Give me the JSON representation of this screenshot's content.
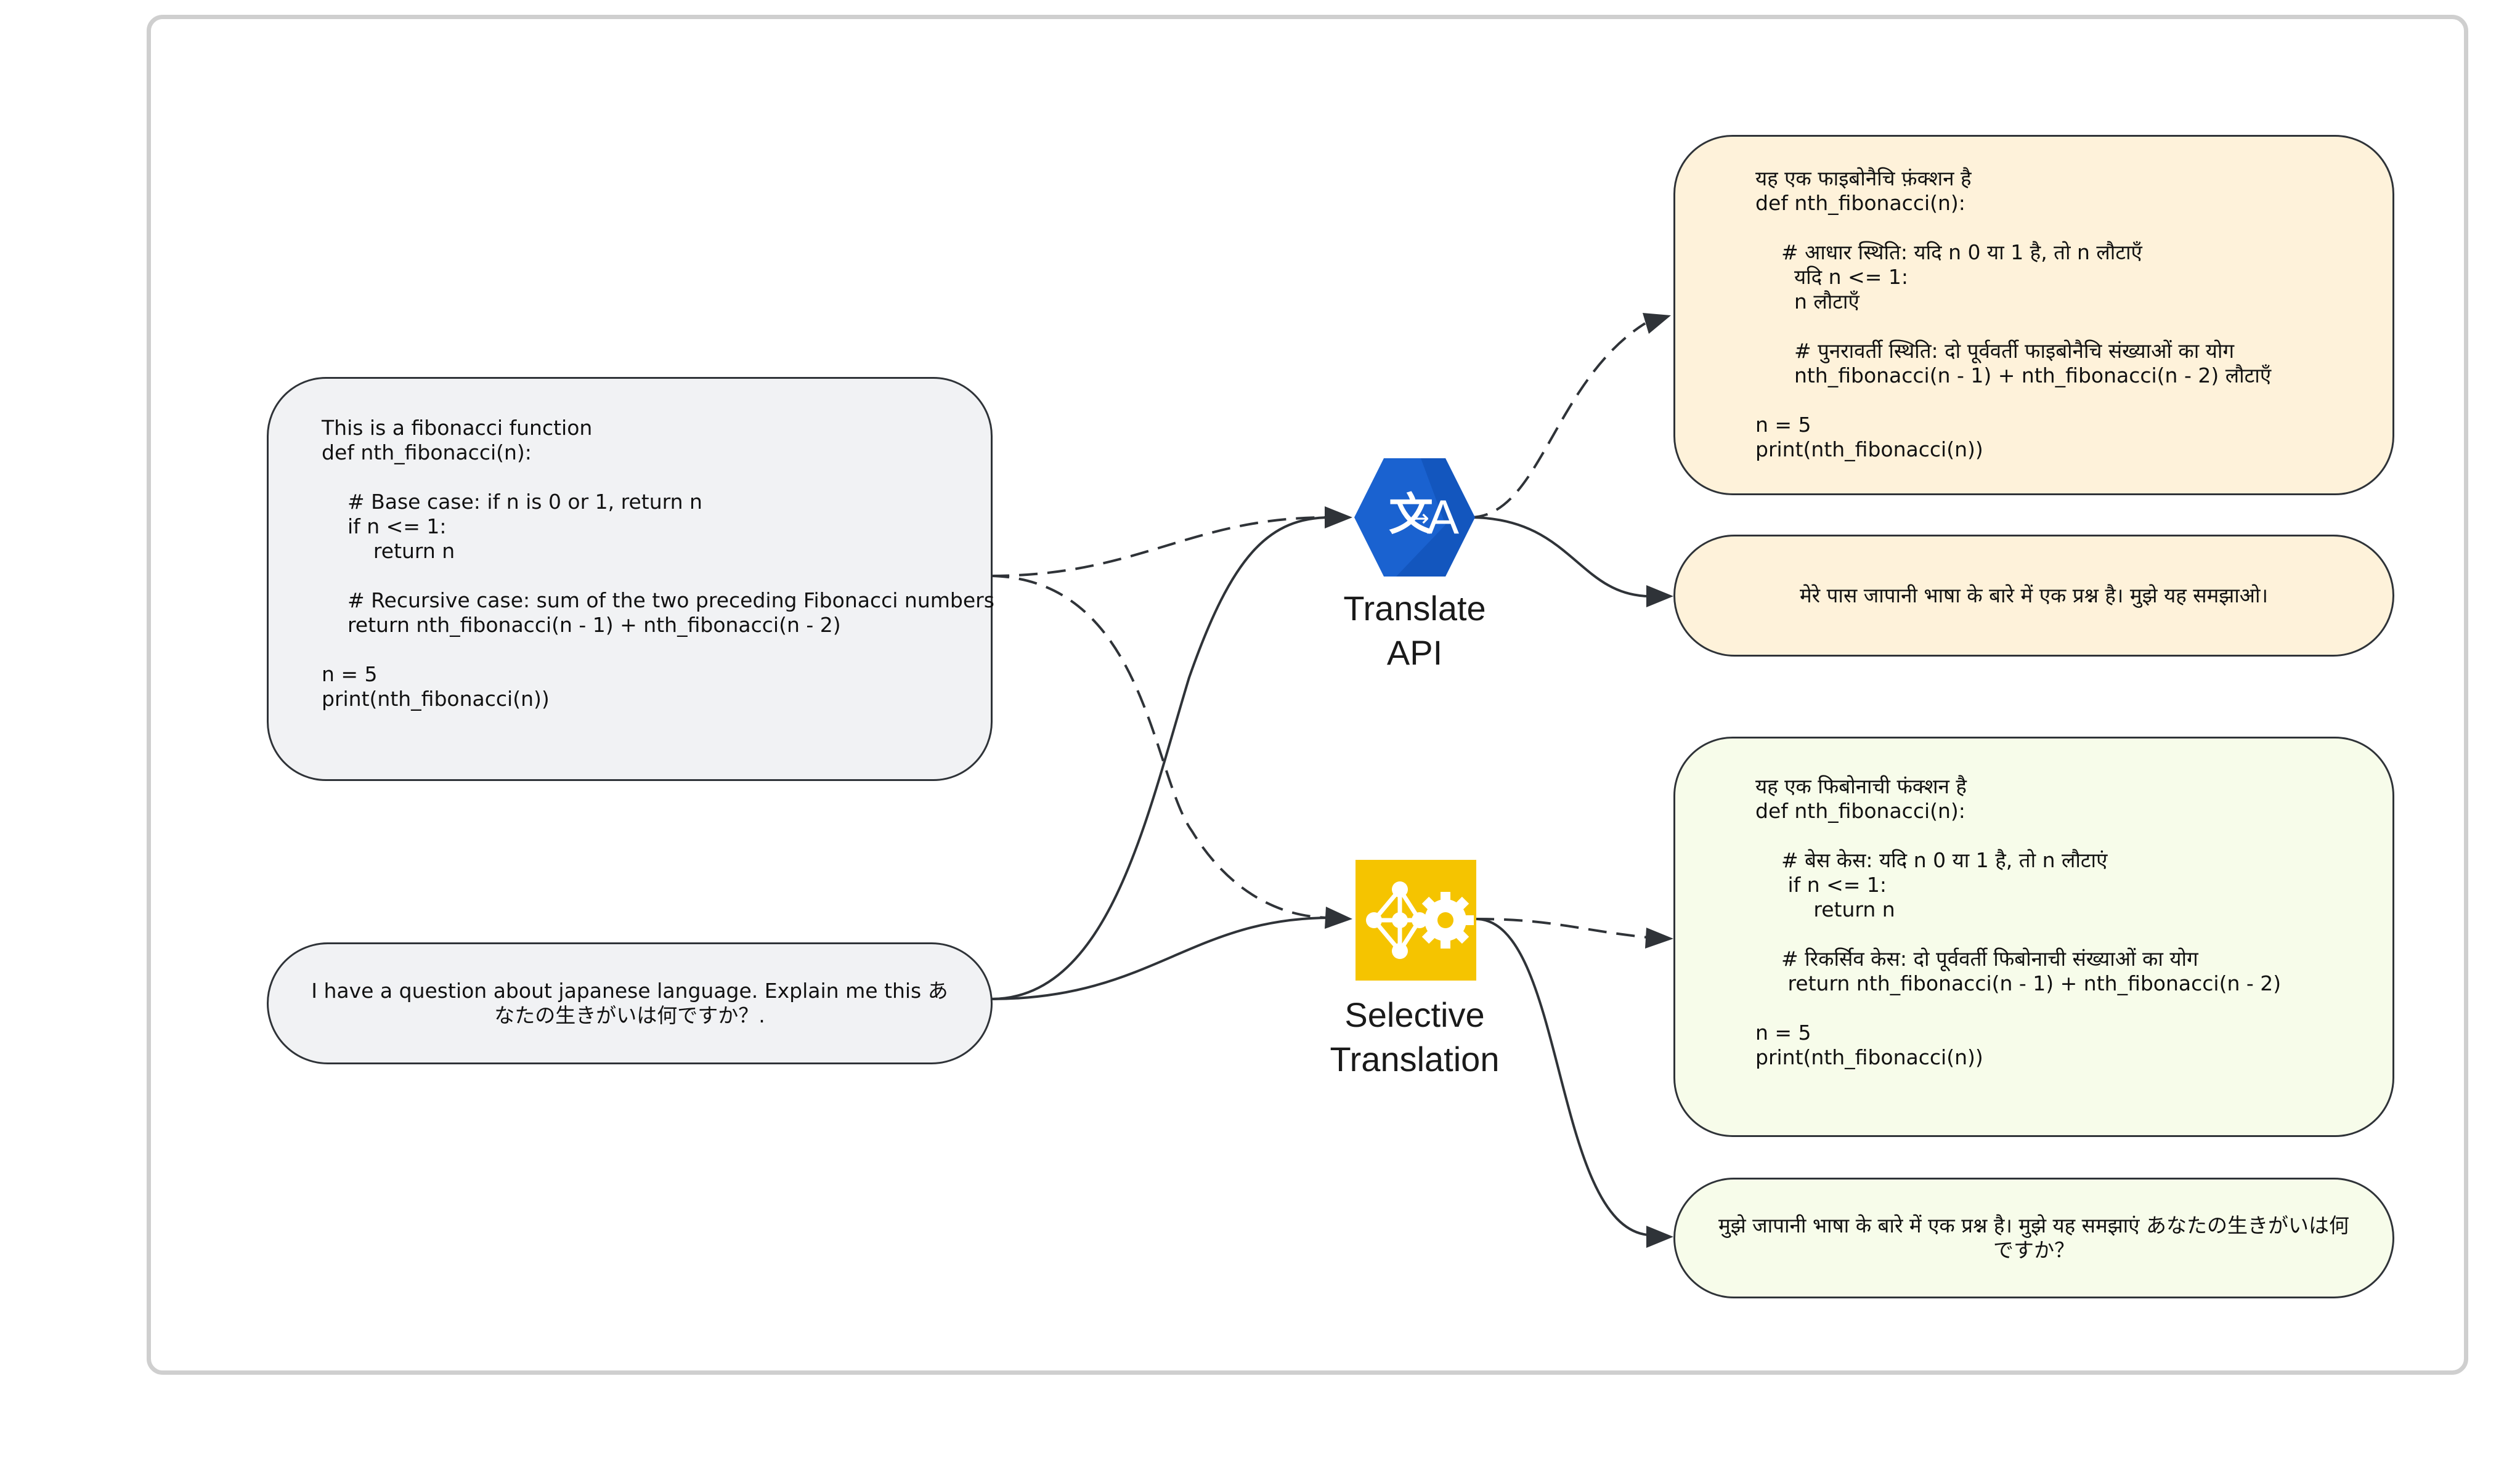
{
  "inputs": {
    "code_box": "This is a fibonacci function\ndef nth_fibonacci(n):\n\n    # Base case: if n is 0 or 1, return n\n    if n <= 1:\n        return n\n\n    # Recursive case: sum of the two preceding Fibonacci numbers\n    return nth_fibonacci(n - 1) + nth_fibonacci(n - 2)\n\nn = 5\nprint(nth_fibonacci(n))",
    "question_box": "I have a question about japanese language. Explain me this あなたの生きがいは何ですか？."
  },
  "nodes": {
    "translate_api": {
      "label_line1": "Translate",
      "label_line2": "API",
      "icon": "translate-icon",
      "color": "#1a62d0"
    },
    "selective_translation": {
      "label_line1": "Selective",
      "label_line2": "Translation",
      "icon": "neural-network-gear-icon",
      "color": "#f5c400"
    }
  },
  "outputs": {
    "translate_code": "यह एक फाइबोनैचि फ़ंक्शन है\ndef nth_fibonacci(n):\n\n    # आधार स्थिति: यदि n 0 या 1 है, तो n लौटाएँ\n      यदि n <= 1:\n      n लौटाएँ\n\n      # पुनरावर्ती स्थिति: दो पूर्ववर्ती फाइबोनैचि संख्याओं का योग\n      nth_fibonacci(n - 1) + nth_fibonacci(n - 2) लौटाएँ\n\nn = 5\nprint(nth_fibonacci(n))",
    "translate_question": "मेरे पास जापानी भाषा के बारे में एक प्रश्न है। मुझे यह समझाओ।",
    "selective_code": "यह एक फिबोनाची फंक्शन है\ndef nth_fibonacci(n):\n\n    # बेस केस: यदि n 0 या 1 है, तो n लौटाएं\n     if n <= 1:\n         return n\n\n    # रिकर्सिव केस: दो पूर्ववर्ती फिबोनाची संख्याओं का योग\n     return nth_fibonacci(n - 1) + nth_fibonacci(n - 2)\n\nn = 5\nprint(nth_fibonacci(n))",
    "selective_question": "मुझे जापानी भाषा के बारे में एक प्रश्न है। मुझे यह समझाएं あなたの生きがいは何ですか？"
  },
  "colors": {
    "input_fill": "#f1f2f4",
    "translate_output_fill": "#fef2da",
    "selective_output_fill": "#f7fcea",
    "stroke": "#2f3338",
    "frame": "#cfcfcf"
  }
}
